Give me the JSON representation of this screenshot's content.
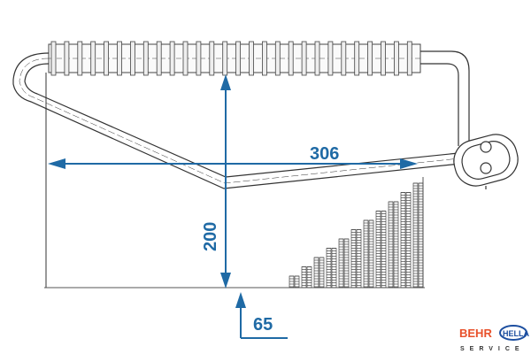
{
  "dimensions": {
    "width": "306",
    "height": "200",
    "depth": "65"
  },
  "logo": {
    "brand1": "BEHR",
    "brand2": "HELLA",
    "tagline": "SERVICE"
  },
  "colors": {
    "dimension": "#1f6aa5",
    "line": "#333333",
    "behr": "#e8502a",
    "hella": "#1d4fa0"
  }
}
